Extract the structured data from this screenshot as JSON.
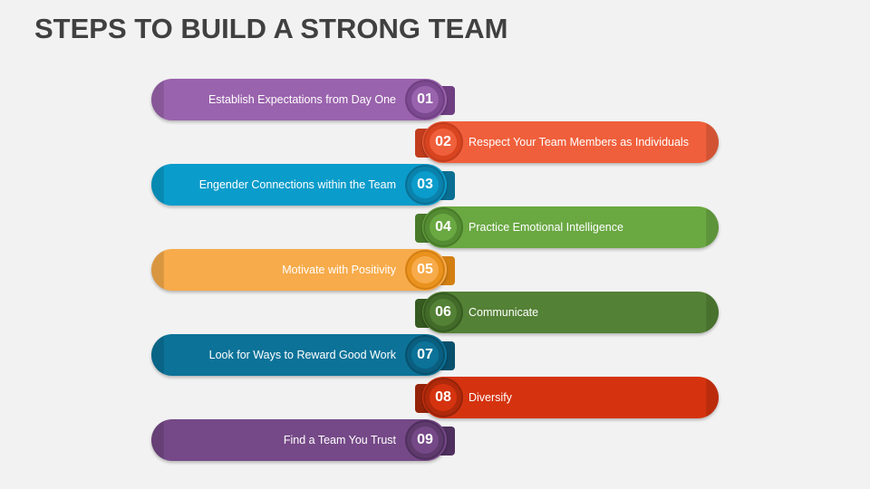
{
  "title": "STEPS TO BUILD A STRONG TEAM",
  "steps": [
    {
      "number": "01",
      "label": "Establish Expectations from Day One",
      "side": "left",
      "color": "#9a63ad",
      "dark": "#6f3f82",
      "ring": "#7c4a90"
    },
    {
      "number": "02",
      "label": "Respect Your Team Members as Individuals",
      "side": "right",
      "color": "#f05f3b",
      "dark": "#c13d1e",
      "ring": "#d8441f"
    },
    {
      "number": "03",
      "label": "Engender Connections within the Team",
      "side": "left",
      "color": "#0a9ccb",
      "dark": "#0a6f93",
      "ring": "#0a82ac"
    },
    {
      "number": "04",
      "label": "Practice Emotional Intelligence",
      "side": "right",
      "color": "#6aa842",
      "dark": "#487a2a",
      "ring": "#548c33"
    },
    {
      "number": "05",
      "label": "Motivate with Positivity",
      "side": "left",
      "color": "#f7ab4a",
      "dark": "#d37f12",
      "ring": "#ea921e"
    },
    {
      "number": "06",
      "label": "Communicate",
      "side": "right",
      "color": "#538135",
      "dark": "#365a20",
      "ring": "#426a29"
    },
    {
      "number": "07",
      "label": "Look for Ways to Reward Good Work",
      "side": "left",
      "color": "#0c7298",
      "dark": "#08506c",
      "ring": "#0a5f80"
    },
    {
      "number": "08",
      "label": "Diversify",
      "side": "right",
      "color": "#d5330f",
      "dark": "#95230a",
      "ring": "#b0290b"
    },
    {
      "number": "09",
      "label": "Find a Team You Trust",
      "side": "left",
      "color": "#754987",
      "dark": "#4f2f5d",
      "ring": "#5e3a6d"
    }
  ]
}
